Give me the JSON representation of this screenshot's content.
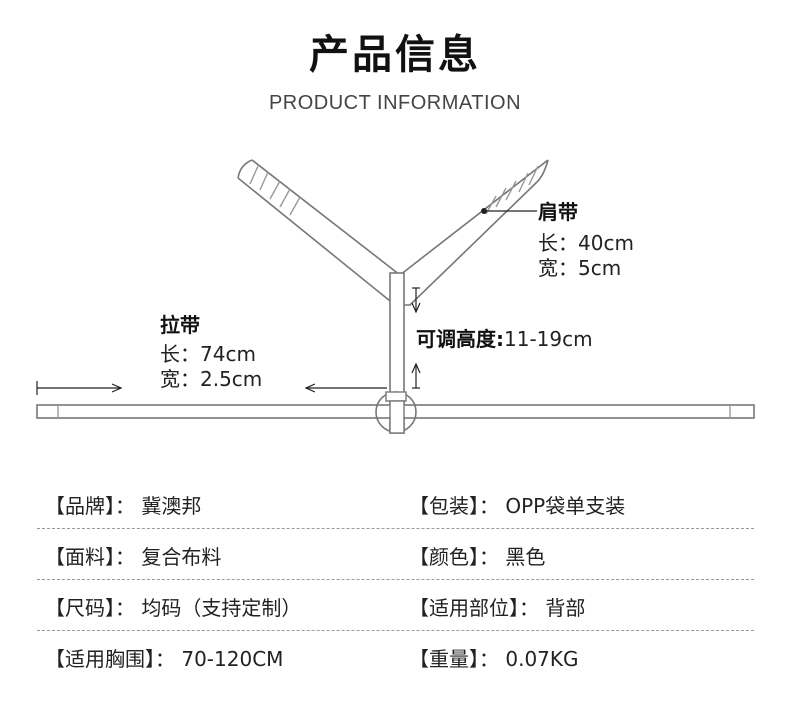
{
  "header": {
    "title": "产品信息",
    "subtitle": "PRODUCT INFORMATION"
  },
  "diagram": {
    "shoulder_strap": {
      "name": "肩带",
      "length": "长：40cm",
      "width": "宽：5cm"
    },
    "pull_strap": {
      "name": "拉带",
      "length": "长：74cm",
      "width": "宽：2.5cm"
    },
    "adjustable_height": {
      "label": "可调高度:",
      "value": "11-19cm"
    },
    "colors": {
      "line": "#777777",
      "stripe": "#999999",
      "arrow": "#222222"
    }
  },
  "specs": {
    "rows": [
      {
        "left": {
          "label": "【品牌】",
          "sep": "：",
          "value": "冀澳邦"
        },
        "right": {
          "label": "【包装】",
          "sep": "：",
          "value": "OPP袋单支装"
        }
      },
      {
        "left": {
          "label": "【面料】",
          "sep": "：",
          "value": "复合布料"
        },
        "right": {
          "label": "【颜色】",
          "sep": "：",
          "value": "黑色"
        }
      },
      {
        "left": {
          "label": "【尺码】",
          "sep": "：",
          "value": "均码（支持定制）"
        },
        "right": {
          "label": "【适用部位】",
          "sep": "：",
          "value": "背部"
        }
      },
      {
        "left": {
          "label": "【适用胸围】",
          "sep": "：",
          "value": "70-120CM"
        },
        "right": {
          "label": "【重量】",
          "sep": "：",
          "value": "0.07KG"
        }
      }
    ]
  }
}
